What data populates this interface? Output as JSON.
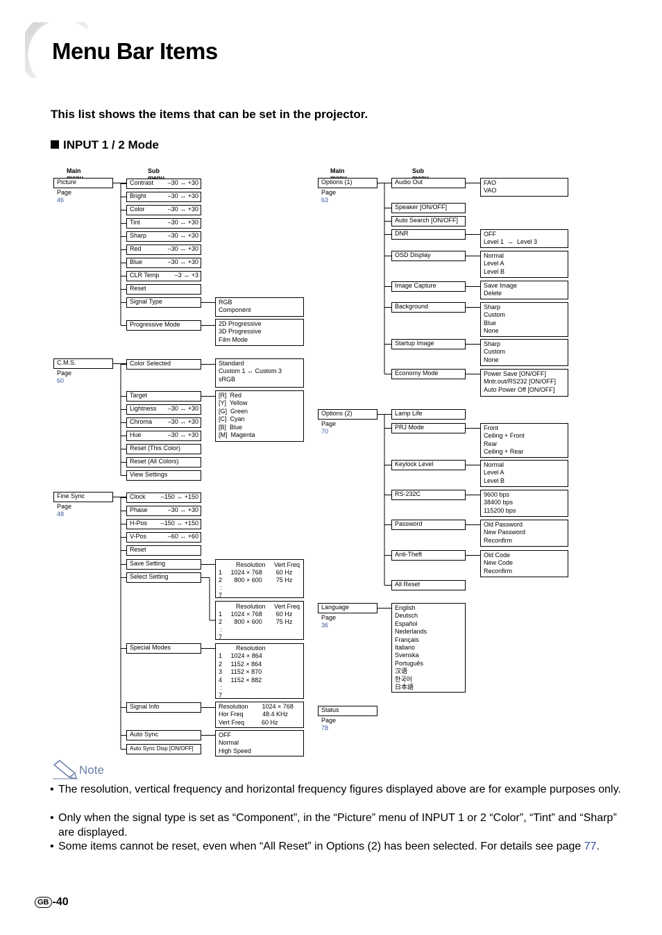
{
  "title": "Menu Bar Items",
  "subtitle": "This list shows the items that can be set in the projector.",
  "section": "INPUT 1 / 2 Mode",
  "headers": {
    "main": "Main menu",
    "sub": "Sub menu"
  },
  "page_prefix": "Page ",
  "left": [
    {
      "name": "Picture",
      "page": "46",
      "items": [
        {
          "n": "Contrast",
          "r": "–30 ↔ +30"
        },
        {
          "n": "Bright",
          "r": "–30 ↔ +30"
        },
        {
          "n": "Color",
          "r": "–30 ↔ +30"
        },
        {
          "n": "Tint",
          "r": "–30 ↔ +30"
        },
        {
          "n": "Sharp",
          "r": "–30 ↔ +30"
        },
        {
          "n": "Red",
          "r": "–30 ↔ +30"
        },
        {
          "n": "Blue",
          "r": "–30 ↔ +30"
        },
        {
          "n": "CLR Temp",
          "r": "–3 ↔ +3"
        },
        {
          "n": "Reset",
          "r": ""
        },
        {
          "n": "Signal Type",
          "r": ""
        },
        {
          "n": "Progressive Mode",
          "r": ""
        }
      ]
    },
    {
      "name": "C.M.S.",
      "page": "60",
      "items": [
        {
          "n": "Color Selected",
          "r": ""
        },
        {
          "n": "Target",
          "r": ""
        },
        {
          "n": "Lightness",
          "r": "–30 ↔ +30"
        },
        {
          "n": "Chroma",
          "r": "–30 ↔ +30"
        },
        {
          "n": "Hue",
          "r": "–30 ↔ +30"
        },
        {
          "n": "Reset (This Color)",
          "r": ""
        },
        {
          "n": "Reset (All Colors)",
          "r": ""
        },
        {
          "n": "View Settings",
          "r": ""
        }
      ]
    },
    {
      "name": "Fine Sync",
      "page": "48",
      "items": [
        {
          "n": "Clock",
          "r": "–150 ↔ +150"
        },
        {
          "n": "Phase",
          "r": "–30 ↔ +30"
        },
        {
          "n": "H-Pos",
          "r": "–150 ↔ +150"
        },
        {
          "n": "V-Pos",
          "r": "–60 ↔ +60"
        },
        {
          "n": "Reset",
          "r": ""
        },
        {
          "n": "Save Setting",
          "r": ""
        },
        {
          "n": "Select Setting",
          "r": ""
        },
        {
          "n": "Special Modes",
          "r": ""
        },
        {
          "n": "Signal Info",
          "r": ""
        },
        {
          "n": "Auto Sync",
          "r": ""
        },
        {
          "n": "Auto Sync Disp [ON/OFF]",
          "r": ""
        }
      ]
    }
  ],
  "left_details": {
    "signal_type": "RGB\nComponent",
    "progressive": "2D Progressive\n3D Progressive\nFilm Mode",
    "color_selected": "Standard\nCustom 1 ↔ Custom 3\nsRGB",
    "target": "[R]  Red\n[Y]  Yellow\n[G]  Green\n[C]  Cyan\n[B]  Blue\n[M]  Magenta",
    "save_table": "          Resolution     Vert Freq\n1     1024 × 768        60 Hz\n2       800 × 600        75 Hz\n :\n7",
    "select_table": "          Resolution     Vert Freq\n1     1024 × 768        60 Hz\n2       800 × 600        75 Hz\n :\n7",
    "special": "          Resolution\n1     1024 × 864\n2     1152 × 864\n3     1152 × 870\n4     1152 × 882\n :\n7",
    "signal_info": "Resolution        1024 × 768\nHor Freq           48.4 KHz\nVert Freq          60 Hz",
    "auto_sync": "OFF\nNormal\nHigh Speed"
  },
  "right": [
    {
      "name": "Options (1)",
      "page": "63",
      "items": [
        "Audio Out",
        "Speaker [ON/OFF]",
        "Auto Search [ON/OFF]",
        "DNR",
        "OSD Display",
        "Image Capture",
        "Background",
        "Startup Image",
        "Economy Mode"
      ]
    },
    {
      "name": "Options (2)",
      "page": "70",
      "items": [
        "Lamp Life",
        "PRJ Mode",
        "Keylock Level",
        "RS-232C",
        "Password",
        "Anti-Theft",
        "All Reset"
      ]
    },
    {
      "name": "Language",
      "page": "36"
    },
    {
      "name": "Status",
      "page": "78"
    }
  ],
  "right_details": {
    "audio_out": "FAO\nVAO",
    "dnr": "OFF\nLevel 1  ↔  Level 3",
    "osd": "Normal\nLevel A\nLevel B",
    "image_capture": "Save Image\nDelete",
    "background": "Sharp\nCustom\nBlue\nNone",
    "startup": "Sharp\nCustom\nNone",
    "economy": "Power Save [ON/OFF]\nMntr.out/RS232 [ON/OFF]\nAuto Power Off [ON/OFF]",
    "prj_mode": "Front\nCeiling + Front\nRear\nCeiling + Rear",
    "keylock": "Normal\nLevel A\nLevel B",
    "rs232c": "9600 bps\n38400 bps\n115200 bps",
    "password": "Old Password\nNew Password\nReconfirm",
    "anti_theft": "Old Code\nNew Code\nReconfirm",
    "language": "English\nDeutsch\nEspañol\nNederlands\nFrançais\nItaliano\nSvenska\nPortuguês\n汉语\n한국어\n日本語"
  },
  "note": {
    "label": "Note",
    "bullets": [
      "The resolution, vertical frequency and horizontal frequency figures displayed above are for example purposes only.",
      "Only when the signal type is set as “Component”, in the “Picture” menu of INPUT 1 or 2 “Color”, “Tint” and “Sharp” are displayed.",
      "Some items cannot be reset, even when “All Reset” in Options (2) has been selected. For details see page "
    ],
    "link_page": "77",
    "end": "."
  },
  "footer": {
    "region": "GB",
    "page": "-40"
  },
  "colors": {
    "link": "#3a5a9c",
    "note": "#6a7fa8"
  }
}
